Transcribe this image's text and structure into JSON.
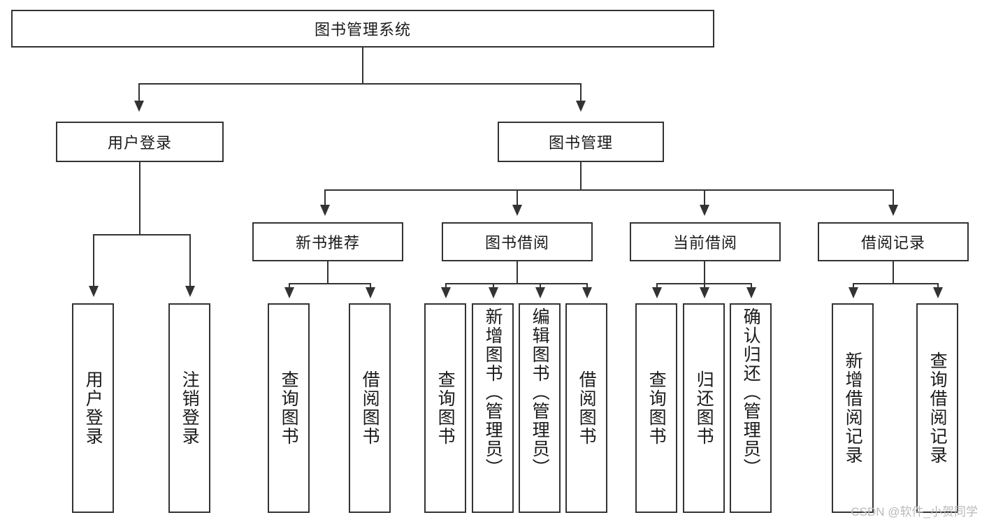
{
  "diagram": {
    "type": "tree-hierarchy",
    "title": "图书管理系统",
    "watermark": "CSDN @软件_小贺同学",
    "colors": {
      "stroke": "#333333",
      "fill": "#ffffff",
      "text": "#1a1a1a",
      "watermark": "#b9b9b9"
    },
    "root": {
      "label": "图书管理系统"
    },
    "level2": [
      {
        "label": "用户登录"
      },
      {
        "label": "图书管理"
      }
    ],
    "level3": [
      {
        "label": "新书推荐"
      },
      {
        "label": "图书借阅"
      },
      {
        "label": "当前借阅"
      },
      {
        "label": "借阅记录"
      }
    ],
    "leaves": {
      "user_login": [
        {
          "label": "用户登录"
        },
        {
          "label": "注销登录"
        }
      ],
      "new_book": [
        {
          "label": "查询图书"
        },
        {
          "label": "借阅图书"
        }
      ],
      "borrow_book": [
        {
          "label": "查询图书"
        },
        {
          "label": "新增图书（管理员）"
        },
        {
          "label": "编辑图书（管理员）"
        },
        {
          "label": "借阅图书"
        }
      ],
      "current_borrow": [
        {
          "label": "查询图书"
        },
        {
          "label": "归还图书"
        },
        {
          "label": "确认归还（管理员）"
        }
      ],
      "borrow_record": [
        {
          "label": "新增借阅记录"
        },
        {
          "label": "查询借阅记录"
        }
      ]
    }
  }
}
